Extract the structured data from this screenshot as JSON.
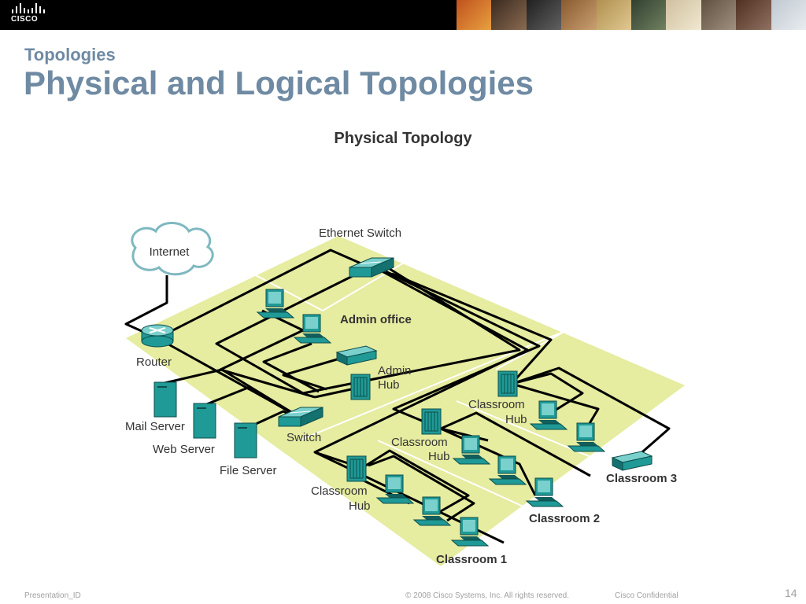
{
  "header": {
    "logo_text": "CISCO",
    "section_label": "Topologies",
    "title": "Physical and Logical Topologies"
  },
  "diagram": {
    "title": "Physical Topology",
    "labels": {
      "internet": "Internet",
      "ethernet_switch": "Ethernet Switch",
      "admin_office": "Admin office",
      "router": "Router",
      "admin_hub_1": "Admin",
      "admin_hub_2": "Hub",
      "mail_server": "Mail Server",
      "web_server": "Web Server",
      "file_server": "File Server",
      "switch": "Switch",
      "classroom_hub_3a": "Classroom",
      "classroom_hub_3b": "Hub",
      "classroom_hub_2a": "Classroom",
      "classroom_hub_2b": "Hub",
      "classroom_hub_1a": "Classroom",
      "classroom_hub_1b": "Hub",
      "classroom_3": "Classroom 3",
      "classroom_2": "Classroom 2",
      "classroom_1": "Classroom 1"
    },
    "colors": {
      "floor": "#e6eca0",
      "device": "#1f9a96",
      "cloud_stroke": "#7fb8c0",
      "cable": "#000000"
    }
  },
  "footer": {
    "presentation_id": "Presentation_ID",
    "copyright": "© 2008 Cisco Systems, Inc. All rights reserved.",
    "confidential": "Cisco Confidential",
    "page_number": "14"
  }
}
